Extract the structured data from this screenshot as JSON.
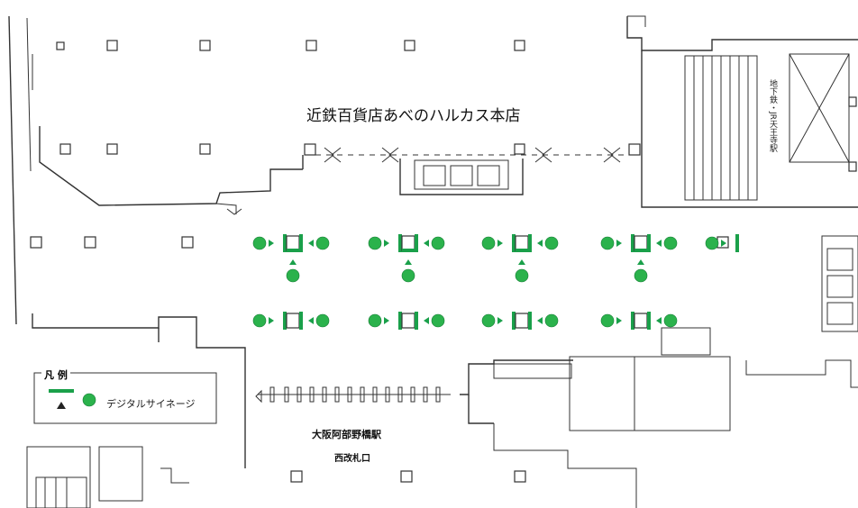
{
  "map": {
    "store_name": "近鉄百貨店あべのハルカス本店",
    "station_name": "大阪阿部野橋駅",
    "gate_name": "西改札口",
    "jr_link": "地下鉄・JR天王寺駅",
    "colors": {
      "signage": "#1aa04a",
      "walls": "#333333",
      "background": "#ffffff"
    }
  },
  "legend": {
    "title": "凡 例",
    "item_label": "デジタルサイネージ",
    "icons": [
      "signage-bar-icon",
      "arrow-up-icon",
      "signage-node-icon"
    ]
  }
}
